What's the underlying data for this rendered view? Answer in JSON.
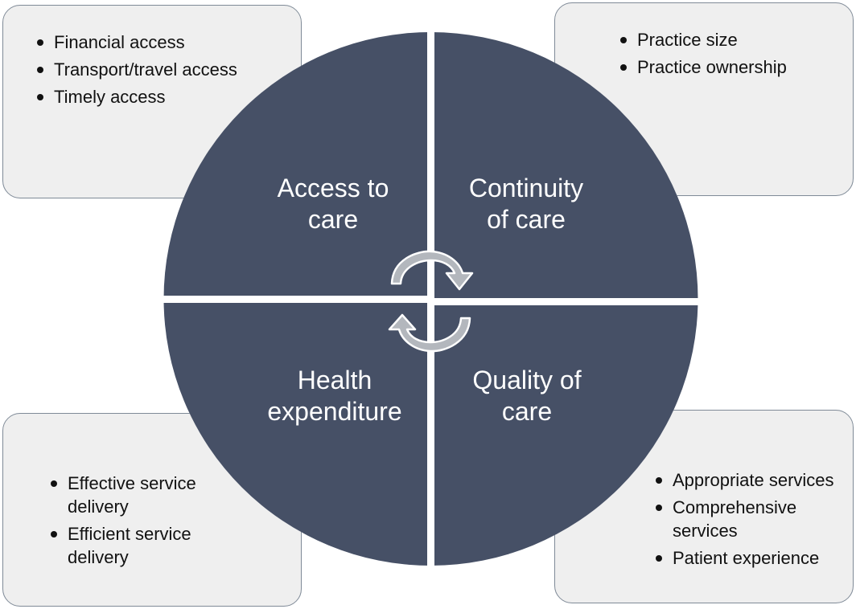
{
  "quadrants": {
    "top_left": "Access to care",
    "top_right": "Continuity of care",
    "bottom_left": "Health expenditure",
    "bottom_right": "Quality of care"
  },
  "quadrant_lines": {
    "top_left": [
      "Access to",
      "care"
    ],
    "top_right": [
      "Continuity",
      "of care"
    ],
    "bottom_left": [
      "Health",
      "expenditure"
    ],
    "bottom_right": [
      "Quality of",
      "care"
    ]
  },
  "boxes": {
    "top_left": [
      "Financial access",
      "Transport/travel access",
      "Timely access"
    ],
    "top_right": [
      "Practice size",
      "Practice ownership"
    ],
    "bottom_left": [
      "Effective service delivery",
      "Efficient service delivery"
    ],
    "bottom_right": [
      "Appropriate services",
      "Comprehensive services",
      "Patient experience"
    ]
  },
  "icons": [
    "cycle-arrow-icon-top",
    "cycle-arrow-icon-bottom"
  ],
  "colors": {
    "quadrant_fill": "#465066",
    "box_fill": "#efefef",
    "box_border": "#7f8a97",
    "arrow_fill": "#b3b7bd",
    "arrow_stroke": "#ffffff",
    "label_text": "#ffffff"
  }
}
